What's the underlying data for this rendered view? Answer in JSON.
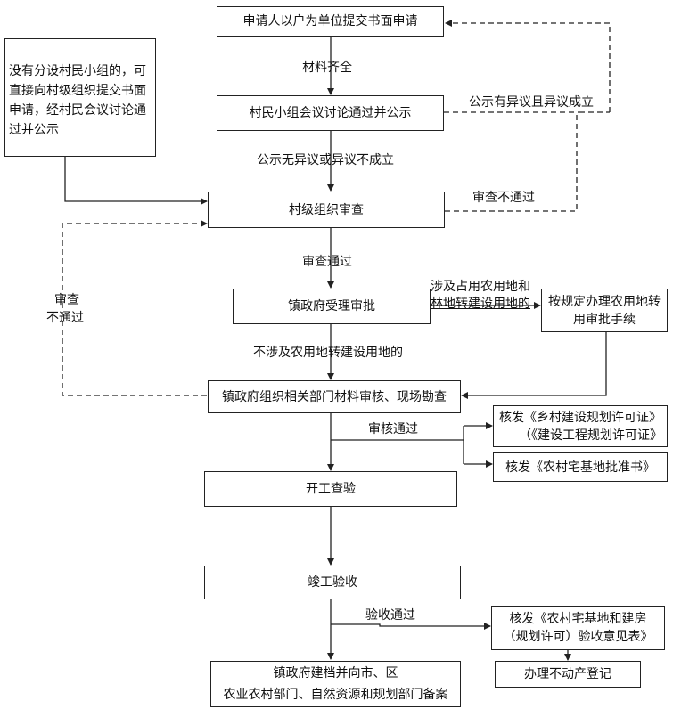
{
  "boxes": {
    "apply": "申请人以户为单位提交书面申请",
    "side_note": "没有分设村民小组的，可直接向村级组织提交书面申请，经村民会议讨论通过并公示",
    "group_discuss": "村民小组会议讨论通过并公示",
    "village_review": "村级组织审查",
    "town_accept": "镇政府受理审批",
    "farmland_convert": "按规定办理农用地转用审批手续",
    "town_site_check": "镇政府组织相关部门材料审核、现场勘查",
    "issue_plan_permit_1": "核发《乡村建设规划许可证》",
    "issue_plan_permit_2": "（《建设工程规划许可证》",
    "issue_homestead_approval": "核发《农村宅基地批准书》",
    "start_inspection": "开工查验",
    "completion_acceptance": "竣工验收",
    "issue_acceptance_opinion_1": "核发《农村宅基地和建房",
    "issue_acceptance_opinion_2": "（规划许可）验收意见表》",
    "property_registration": "办理不动产登记",
    "archive_1": "镇政府建档并向市、区",
    "archive_2": "农业农村部门、自然资源和规划部门备案"
  },
  "labels": {
    "materials_complete": "材料齐全",
    "objection_valid": "公示有异议且异议成立",
    "no_objection": "公示无异议或异议不成立",
    "review_failed": "审查不通过",
    "review_passed": "审查通过",
    "review_failed_left_1": "审查",
    "review_failed_left_2": "不通过",
    "involves_farmland_1": "涉及占用农用地和",
    "involves_farmland_2": "林地转建设用地的",
    "not_involve_farmland": "不涉及农用地转建设用地的",
    "audit_passed": "审核通过",
    "acceptance_passed": "验收通过"
  }
}
